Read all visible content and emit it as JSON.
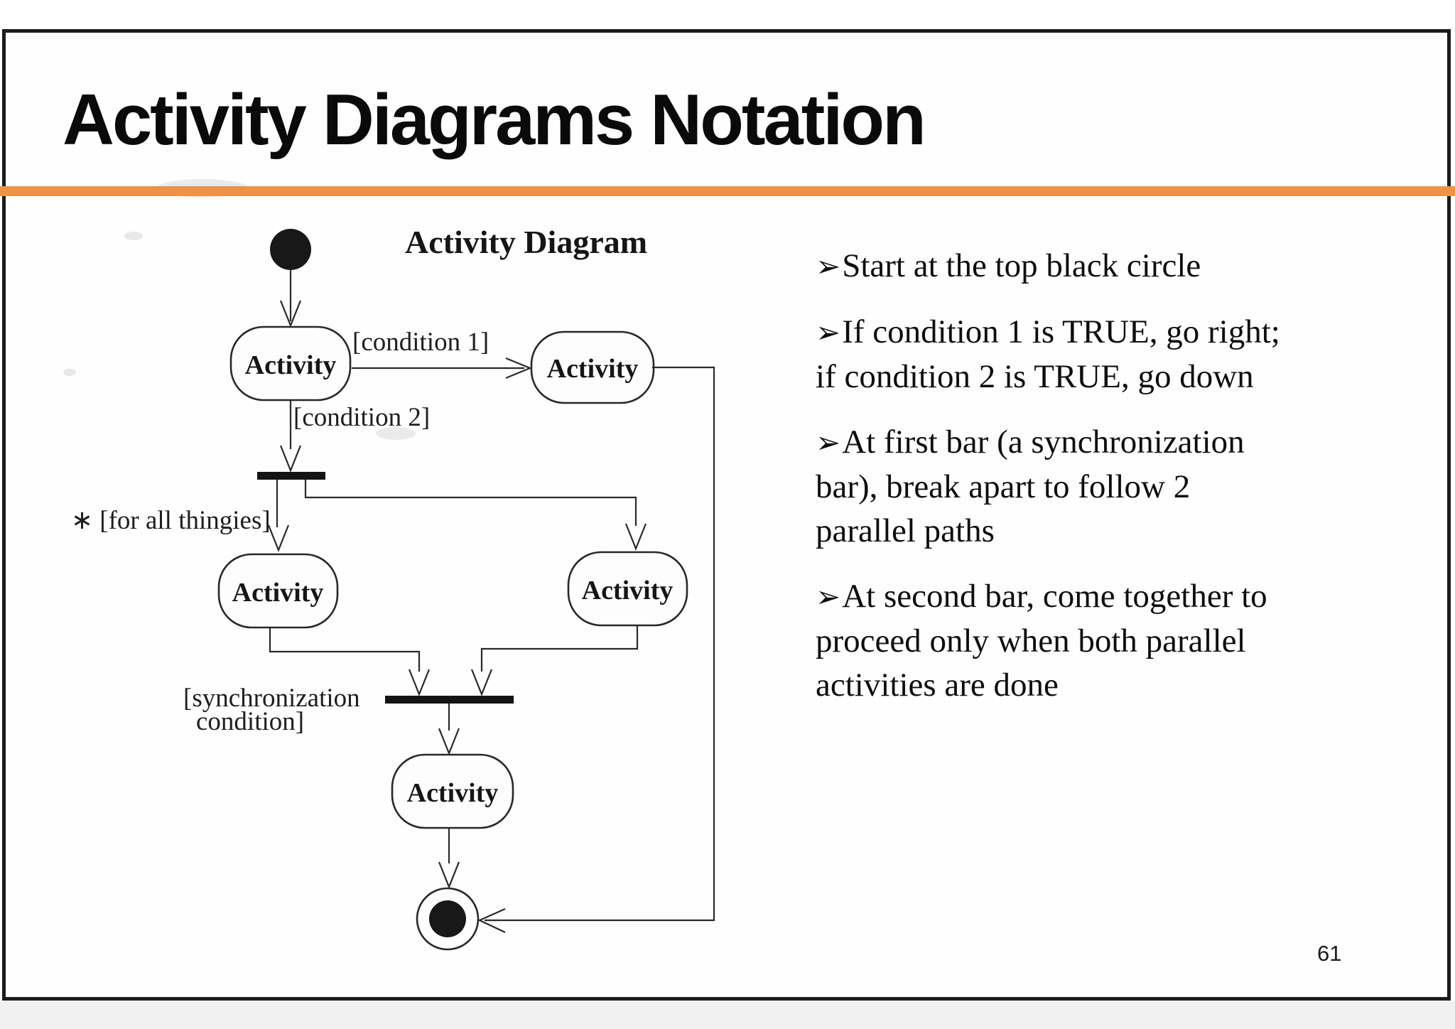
{
  "slide": {
    "title": "Activity Diagrams Notation",
    "page_number": "61"
  },
  "colors": {
    "accent": "#ef9249",
    "ink": "#1e1e1e",
    "frame": "#1b1b1b"
  },
  "diagram": {
    "heading": "Activity Diagram",
    "nodes": [
      "Activity",
      "Activity",
      "Activity",
      "Activity",
      "Activity"
    ],
    "labels": {
      "condition1": "[condition 1]",
      "condition2": "[condition 2]",
      "for_all": "∗ [for all thingies]",
      "sync1": "[synchronization",
      "sync2": "condition]"
    }
  },
  "bullets": [
    {
      "glyph": "➢",
      "text": "Start at the top black circle"
    },
    {
      "glyph": "➢",
      "text": "If condition 1 is TRUE, go right;\nif condition 2 is TRUE, go down"
    },
    {
      "glyph": "➢",
      "text": "At first bar (a synchronization\nbar), break apart to follow 2\nparallel paths"
    },
    {
      "glyph": "➢",
      "text": "At second bar, come together to\nproceed only when both parallel\nactivities are done"
    }
  ]
}
